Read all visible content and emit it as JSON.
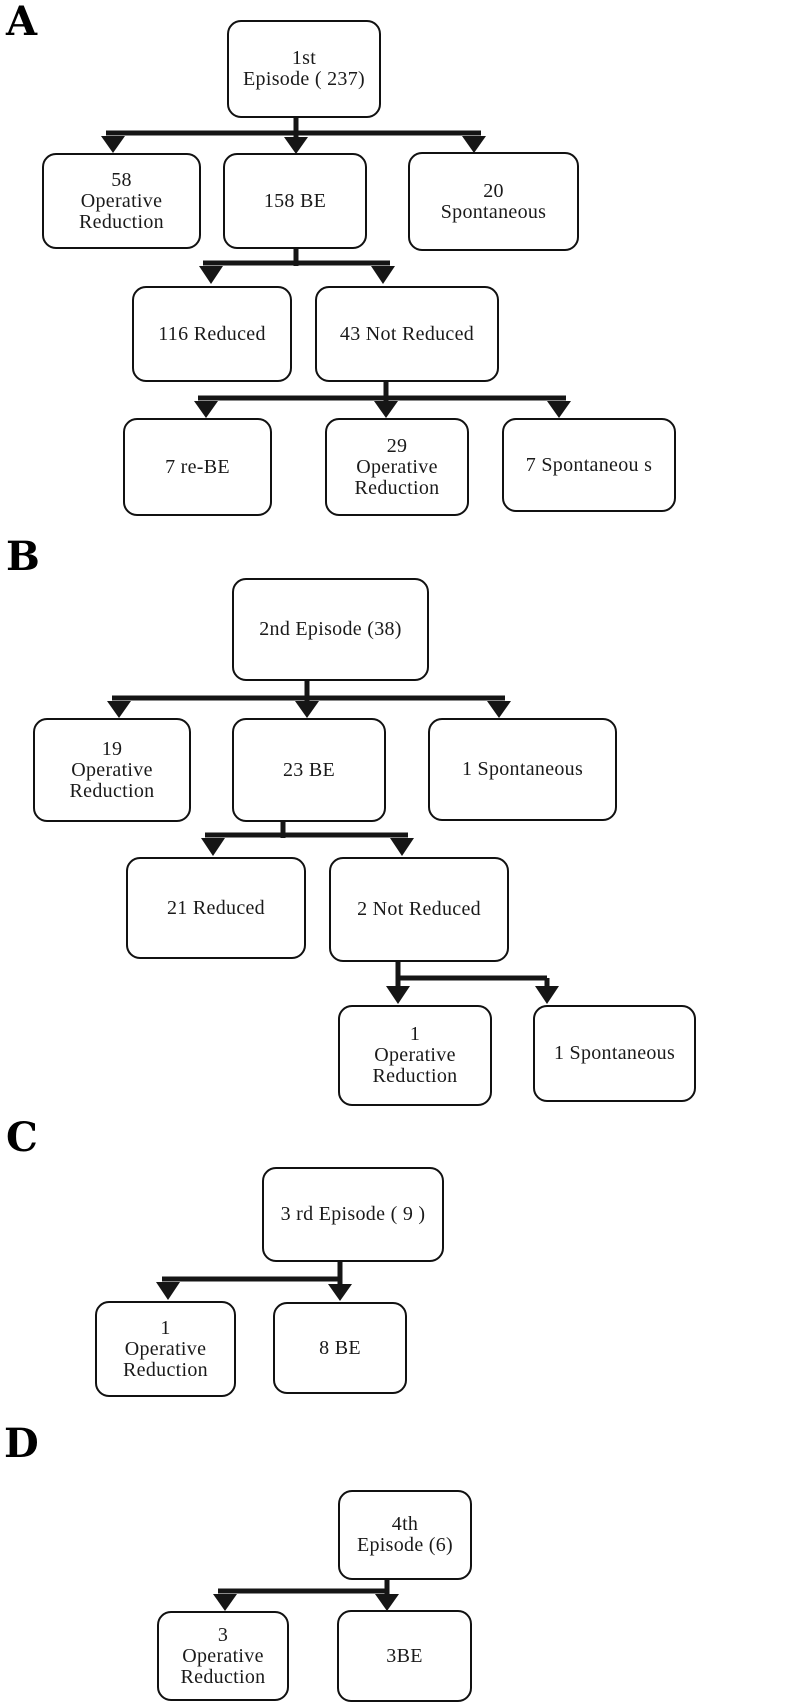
{
  "panels": [
    {
      "label": "A",
      "nodes": [
        {
          "name": "first-episode",
          "lines": [
            "1st",
            "Episode ( 237)"
          ]
        },
        {
          "name": "operative-reduction-58",
          "lines": [
            "58",
            "Operative",
            "Reduction"
          ]
        },
        {
          "name": "be-158",
          "lines": [
            "158 BE"
          ]
        },
        {
          "name": "spontaneous-20",
          "lines": [
            "20",
            "Spontaneous"
          ]
        },
        {
          "name": "reduced-116",
          "lines": [
            "116 Reduced"
          ]
        },
        {
          "name": "not-reduced-43",
          "lines": [
            "43 Not Reduced"
          ]
        },
        {
          "name": "re-be-7",
          "lines": [
            "7 re-BE"
          ]
        },
        {
          "name": "operative-reduction-29",
          "lines": [
            "29",
            "Operative",
            "Reduction"
          ]
        },
        {
          "name": "spontaneous-7",
          "lines": [
            "7 Spontaneou s"
          ]
        }
      ],
      "edges": [
        {
          "from": "first-episode",
          "to": [
            "operative-reduction-58",
            "be-158",
            "spontaneous-20"
          ]
        },
        {
          "from": "be-158",
          "to": [
            "reduced-116",
            "not-reduced-43"
          ]
        },
        {
          "from": "not-reduced-43",
          "to": [
            "re-be-7",
            "operative-reduction-29",
            "spontaneous-7"
          ]
        }
      ]
    },
    {
      "label": "B",
      "nodes": [
        {
          "name": "second-episode",
          "lines": [
            "2nd Episode (38)"
          ]
        },
        {
          "name": "operative-reduction-19",
          "lines": [
            "19",
            "Operative",
            "Reduction"
          ]
        },
        {
          "name": "be-23",
          "lines": [
            "23 BE"
          ]
        },
        {
          "name": "spontaneous-1",
          "lines": [
            "1 Spontaneous"
          ]
        },
        {
          "name": "reduced-21",
          "lines": [
            "21 Reduced"
          ]
        },
        {
          "name": "not-reduced-2",
          "lines": [
            "2 Not Reduced"
          ]
        },
        {
          "name": "operative-reduction-1",
          "lines": [
            "1",
            "Operative",
            "Reduction"
          ]
        },
        {
          "name": "spontaneous-1-second",
          "lines": [
            "1 Spontaneous"
          ]
        }
      ],
      "edges": [
        {
          "from": "second-episode",
          "to": [
            "operative-reduction-19",
            "be-23",
            "spontaneous-1"
          ]
        },
        {
          "from": "be-23",
          "to": [
            "reduced-21",
            "not-reduced-2"
          ]
        },
        {
          "from": "not-reduced-2",
          "to": [
            "operative-reduction-1",
            "spontaneous-1-second"
          ]
        }
      ]
    },
    {
      "label": "C",
      "nodes": [
        {
          "name": "third-episode",
          "lines": [
            "3 rd Episode ( 9 )"
          ]
        },
        {
          "name": "operative-reduction-1",
          "lines": [
            "1",
            "Operative",
            "Reduction"
          ]
        },
        {
          "name": "be-8",
          "lines": [
            "8 BE"
          ]
        }
      ],
      "edges": [
        {
          "from": "third-episode",
          "to": [
            "operative-reduction-1",
            "be-8"
          ]
        }
      ]
    },
    {
      "label": "D",
      "nodes": [
        {
          "name": "fourth-episode",
          "lines": [
            "4th",
            "Episode (6)"
          ]
        },
        {
          "name": "operative-reduction-3",
          "lines": [
            "3",
            "Operative",
            "Reduction"
          ]
        },
        {
          "name": "be-3",
          "lines": [
            "3BE"
          ]
        }
      ],
      "edges": [
        {
          "from": "fourth-episode",
          "to": [
            "operative-reduction-3",
            "be-3"
          ]
        }
      ]
    }
  ]
}
